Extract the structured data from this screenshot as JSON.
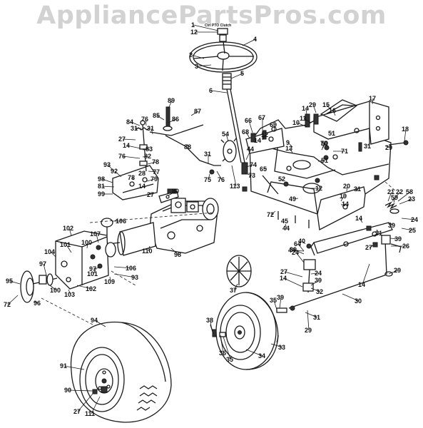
{
  "watermark": "AppliancePartsPros.com",
  "pto_note": "Ctrl PTO Clutch",
  "callouts": [
    "1",
    "2",
    "3",
    "4",
    "5",
    "6",
    "9",
    "10",
    "11",
    "12",
    "13",
    "14",
    "15",
    "16",
    "17",
    "18",
    "19",
    "20",
    "21",
    "22",
    "23",
    "24",
    "25",
    "26",
    "27",
    "28",
    "29",
    "30",
    "31",
    "32",
    "33",
    "34",
    "35",
    "36",
    "37",
    "38",
    "39",
    "40",
    "44",
    "45",
    "49",
    "50",
    "51",
    "52",
    "54",
    "58",
    "59",
    "64",
    "65",
    "66",
    "67",
    "68",
    "69",
    "70",
    "71",
    "72",
    "73",
    "74",
    "75",
    "76",
    "77",
    "78",
    "79",
    "80",
    "81",
    "82",
    "83",
    "84",
    "85",
    "86",
    "87",
    "88",
    "89",
    "90",
    "91",
    "92",
    "93",
    "94",
    "95",
    "96",
    "97",
    "98",
    "99",
    "100",
    "101",
    "102",
    "103",
    "104",
    "106",
    "107",
    "109",
    "110",
    "111",
    "113"
  ]
}
